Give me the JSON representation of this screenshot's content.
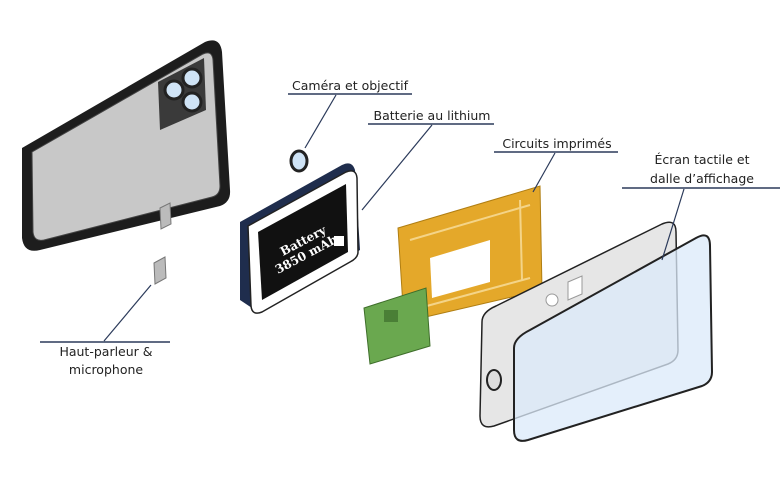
{
  "labels": {
    "camera": "Caméra et objectif",
    "battery": "Batterie au lithium",
    "circuits": "Circuits imprimés",
    "screen_line1": "Écran tactile et",
    "screen_line2": "dalle d’affichage",
    "speaker_line1": "Haut-parleur &",
    "speaker_line2": "microphone"
  },
  "battery_print": {
    "line1": "Battery",
    "line2": "3850 mAh"
  },
  "colors": {
    "pcb_main": "#e4a82a",
    "pcb_secondary": "#6aa84f",
    "battery_body": "#1f2d4d",
    "glass": "#dbe9fa"
  }
}
